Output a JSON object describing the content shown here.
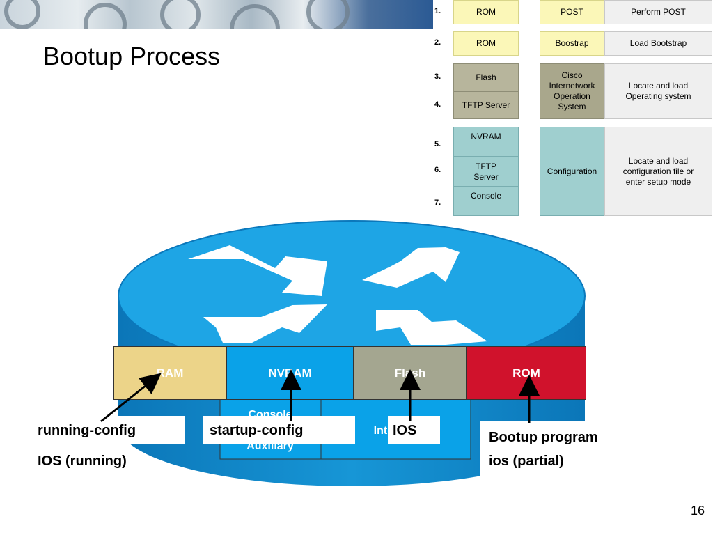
{
  "slide": {
    "title": "Bootup Process",
    "page_number": "16"
  },
  "boot_table": {
    "numbers": [
      "1.",
      "2.",
      "3.",
      "4.",
      "5.",
      "6.",
      "7."
    ],
    "rows": [
      {
        "source": "ROM",
        "stage": "POST",
        "action": "Perform POST"
      },
      {
        "source": "ROM",
        "stage": "Boostrap",
        "action": "Load Bootstrap"
      },
      {
        "sources": [
          "Flash",
          "TFTP Server"
        ],
        "stage": "Cisco Internetwork Operation System",
        "action": "Locate and load Operating system"
      },
      {
        "sources": [
          "NVRAM",
          "TFTP Server",
          "Console"
        ],
        "stage": "Configuration",
        "action": "Locate and load configuration file or enter setup mode"
      }
    ]
  },
  "router": {
    "memories": [
      "RAM",
      "NVRAM",
      "Flash",
      "ROM"
    ],
    "lower_panels": [
      "Console",
      "Auxiliary",
      "Interface"
    ],
    "labels": {
      "running_config": "running-config",
      "ios_running": "IOS (running)",
      "startup_config": "startup-config",
      "ios": "IOS",
      "bootup_program": "Bootup program",
      "ios_partial": "ios (partial)"
    }
  },
  "colors": {
    "router_blue": "#0f8fd3",
    "ram": "#ecd489",
    "nvram": "#0aa2e8",
    "flash": "#a4a690",
    "rom": "#d0122c"
  }
}
